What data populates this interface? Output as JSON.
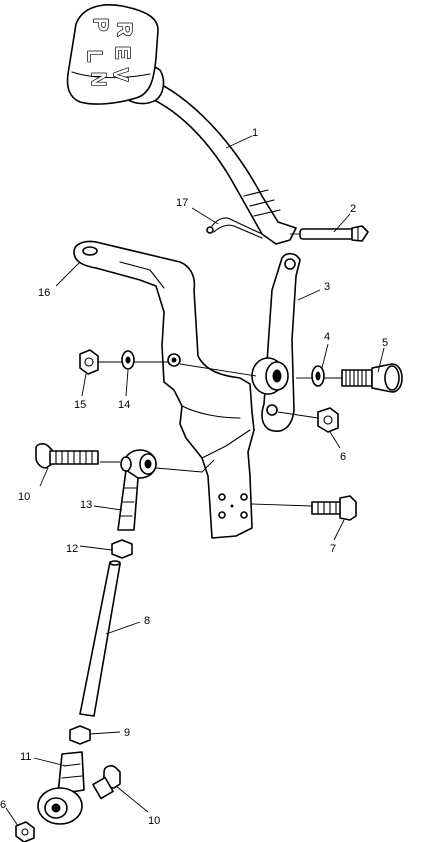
{
  "knob_lettering": [
    "P",
    "R",
    "L",
    "N",
    "E",
    "V"
  ],
  "callouts": {
    "c1": "1",
    "c2": "2",
    "c3": "3",
    "c4": "4",
    "c5": "5",
    "c6a": "6",
    "c6b": "6",
    "c7": "7",
    "c8": "8",
    "c9": "9",
    "c10a": "10",
    "c10b": "10",
    "c11": "11",
    "c12": "12",
    "c13": "13",
    "c14": "14",
    "c15": "15",
    "c16": "16",
    "c17": "17"
  }
}
